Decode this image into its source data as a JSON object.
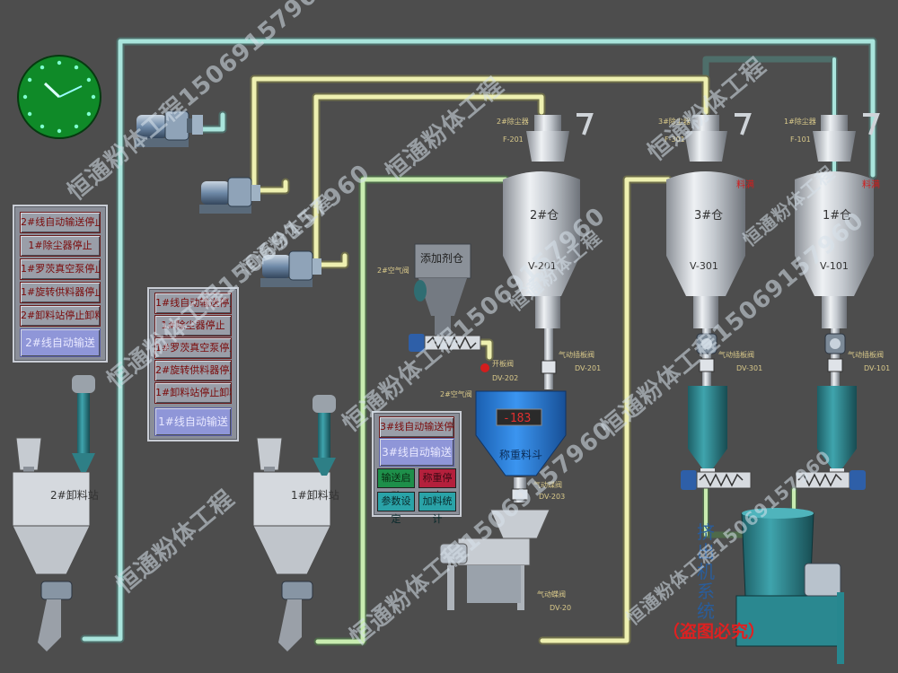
{
  "panel_2": {
    "title": "2#线自动输送停止",
    "buttons": [
      "1#除尘器停止",
      "1#罗茨真空泵停止",
      "1#旋转供料器停止",
      "2#卸料站停止卸料"
    ],
    "auto": "2#线自动输送"
  },
  "panel_1": {
    "title": "1#线自动输送停止",
    "buttons": [
      "1#除尘器停止",
      "1#罗茨真空泵停止",
      "2#旋转供料器停止",
      "1#卸料站停止卸料"
    ],
    "auto": "1#线自动输送"
  },
  "panel_3": {
    "title": "3#线自动输送停止",
    "auto": "3#线自动输送",
    "buttons": [
      "输送启动",
      "称重停止",
      "参数设定",
      "加料统计"
    ]
  },
  "silos": [
    {
      "name": "2#仓",
      "tag": "V-201",
      "filter_name": "2#除尘器",
      "filter_tag": "F-201"
    },
    {
      "name": "3#仓",
      "tag": "V-301",
      "filter_name": "3#除尘器",
      "filter_tag": "F-301"
    },
    {
      "name": "1#仓",
      "tag": "V-101",
      "filter_name": "1#除尘器",
      "filter_tag": "F-101"
    }
  ],
  "material_full": "料满",
  "material_full_2": "料满",
  "valves": {
    "dv201": "气动插板阀",
    "dv201_tag": "DV-201",
    "dv301": "气动插板阀",
    "dv301_tag": "DV-301",
    "dv101": "气动插板阀",
    "dv101_tag": "DV-101",
    "dv203": "气动蝶阀",
    "dv203_tag": "DV-203",
    "dv202": "开板阀",
    "dv202_tag": "DV-202",
    "dv204": "气动蝶阀",
    "dv204_tag": "DV-20"
  },
  "additive": {
    "label": "添加剂仓",
    "air": "2#空气阀",
    "air2": "2#空气阀"
  },
  "weigh": {
    "value": "-183",
    "label": "称重料斗"
  },
  "unload": {
    "s2": "2#卸料站",
    "s1": "1#卸料站"
  },
  "extruder": "挤出机系统",
  "piracy": "（盗图必究）",
  "watermarks": [
    "恒通粉体工程15069157960",
    "恒通粉体工程",
    "恒通粉体工程",
    "恒通粉体工程15069157960",
    "恒通粉体工程15069157960",
    "恒通粉体工程15069157960",
    "恒通粉体工程",
    "恒通粉体工程15069157960",
    "恒通粉体工程",
    "恒通粉体工程",
    "恒通粉体工程15069157960",
    "恒通粉体工程"
  ]
}
